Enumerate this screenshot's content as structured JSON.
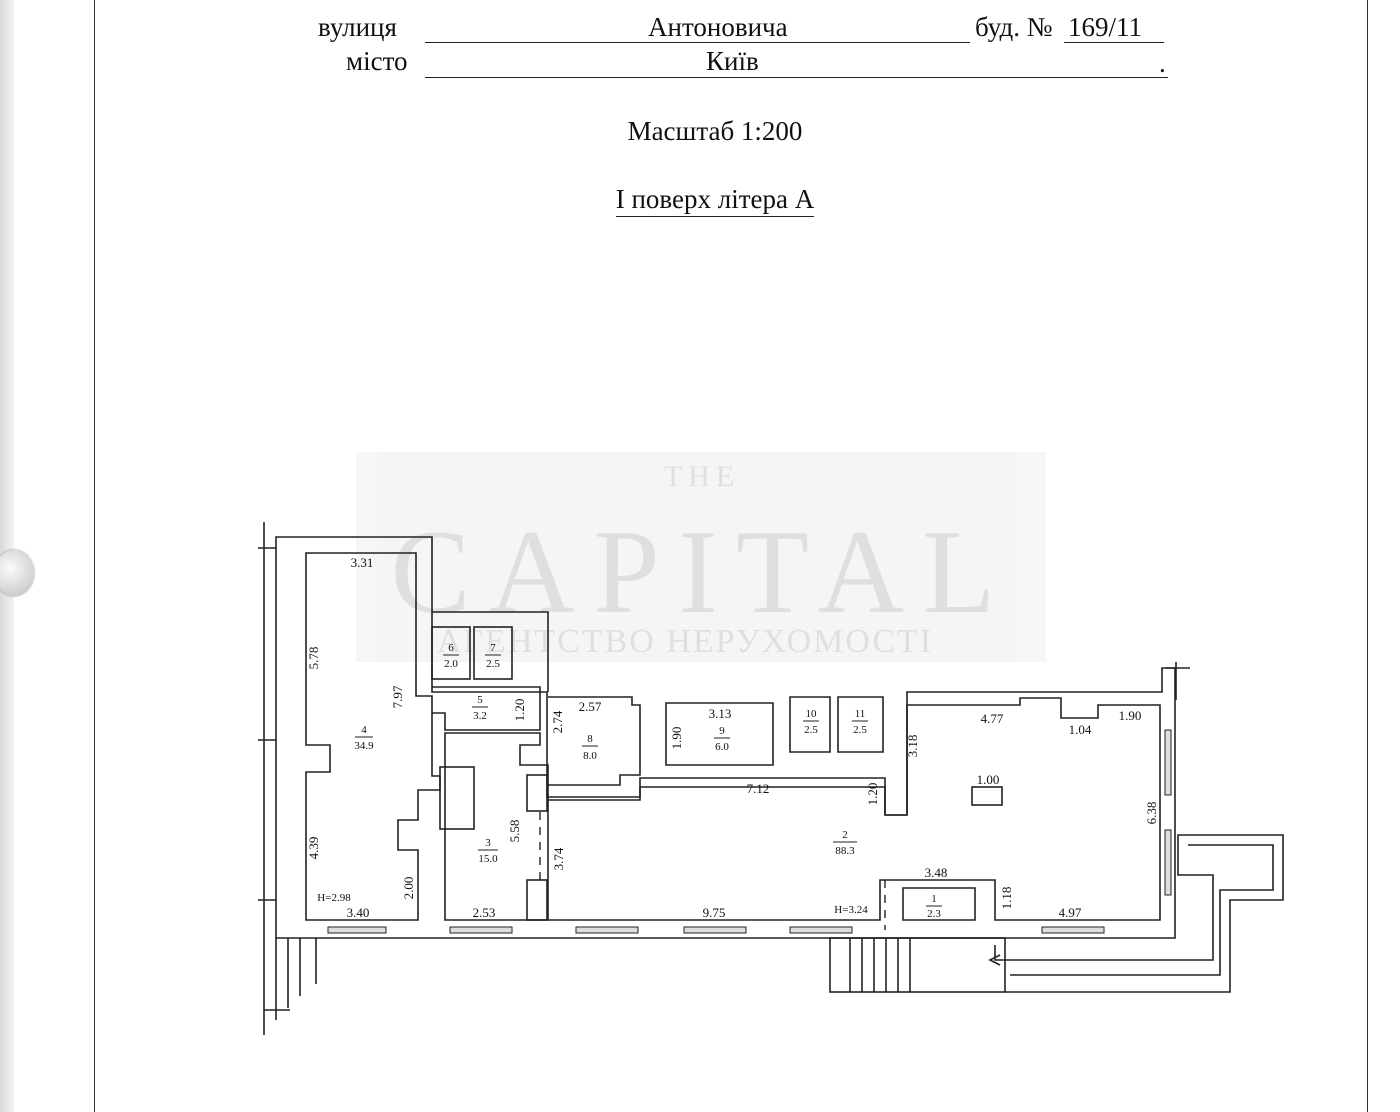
{
  "header": {
    "street_label": "вулиця",
    "street_value": "Антоновича",
    "building_label": "буд. №",
    "building_value": "169/11",
    "city_label": "місто",
    "city_value": "Київ",
    "city_end": "."
  },
  "scale": "Масштаб 1:200",
  "floor_title": "І поверх літера А",
  "watermark": {
    "top": "THE",
    "main": "CAPITAL",
    "sub": "АГЕНТСТВО НЕРУХОМОСТІ"
  },
  "rooms": [
    {
      "num": "4",
      "area": "34.9"
    },
    {
      "num": "6",
      "area": "2.0"
    },
    {
      "num": "7",
      "area": "2.5"
    },
    {
      "num": "5",
      "area": "3.2"
    },
    {
      "num": "8",
      "area": "8.0"
    },
    {
      "num": "9",
      "area": "6.0"
    },
    {
      "num": "10",
      "area": "2.5"
    },
    {
      "num": "11",
      "area": "2.5"
    },
    {
      "num": "3",
      "area": "15.0"
    },
    {
      "num": "2",
      "area": "88.3"
    },
    {
      "num": "1",
      "area": "2.3"
    }
  ],
  "dimensions": [
    "3.31",
    "5.78",
    "7.97",
    "4.39",
    "2.00",
    "3.40",
    "1.20",
    "2.74",
    "2.57",
    "1.90",
    "3.13",
    "3.18",
    "4.77",
    "1.04",
    "1.90",
    "7.12",
    "1.20",
    "1.00",
    "6.38",
    "5.58",
    "3.74",
    "2.53",
    "9.75",
    "3.48",
    "1.18",
    "4.97"
  ],
  "heights": [
    "H=2.98",
    "H=3.24"
  ]
}
